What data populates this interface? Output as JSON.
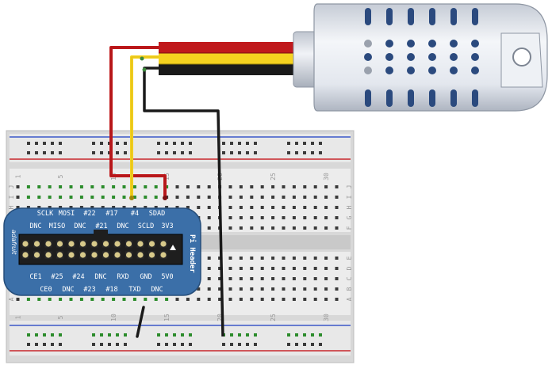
{
  "breadboard": {
    "column_numbers": [
      "1",
      "5",
      "10",
      "15",
      "20",
      "25",
      "30"
    ],
    "row_letters_top": [
      "J",
      "I",
      "H",
      "G",
      "F"
    ],
    "row_letters_bottom": [
      "E",
      "D",
      "C",
      "B",
      "A"
    ]
  },
  "pi_header": {
    "title": "Pi Header",
    "brand": "adafruit",
    "top_row_upper": [
      "SCLK",
      "MOSI",
      "#22",
      "#17",
      "#4",
      "SDAD"
    ],
    "top_row_lower": [
      "DNC",
      "MISO",
      "DNC",
      "#21",
      "DNC",
      "SCLD",
      "3V3"
    ],
    "bottom_row_upper": [
      "CE1",
      "#25",
      "#24",
      "DNC",
      "RXD",
      "GND",
      "5V0"
    ],
    "bottom_row_lower": [
      "CE0",
      "DNC",
      "#23",
      "#18",
      "TXD",
      "DNC"
    ]
  },
  "wires": [
    {
      "name": "red-wire",
      "color": "#c0191c"
    },
    {
      "name": "yellow-wire",
      "color": "#f5d21f"
    },
    {
      "name": "black-wire",
      "color": "#1a1a1a"
    }
  ],
  "sensor": {
    "name": "DHT sensor",
    "body_color": "#dfe3ea",
    "hole_color": "#2b4a7e"
  }
}
